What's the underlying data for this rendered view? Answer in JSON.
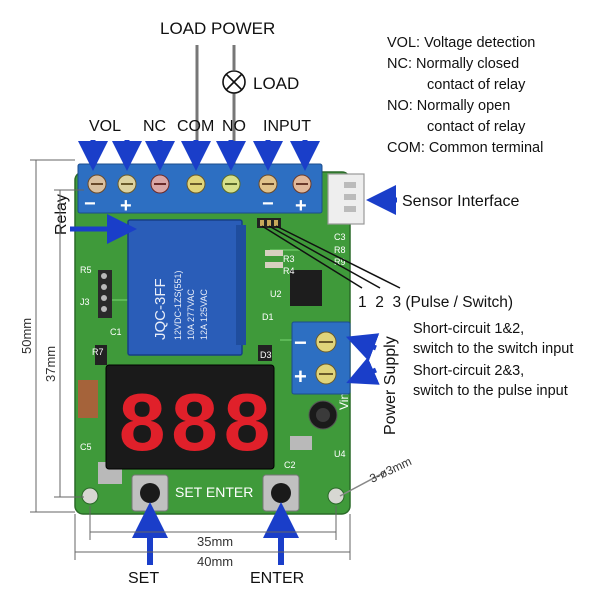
{
  "header": {
    "load_power": "LOAD POWER",
    "load": "LOAD"
  },
  "terminal_labels": {
    "vol": "VOL",
    "nc": "NC",
    "com": "COM",
    "no": "NO",
    "input": "INPUT"
  },
  "legend": {
    "vol": "VOL: Voltage detection",
    "nc_line1": "NC:   Normally closed",
    "nc_line2": "contact of relay",
    "no_line1": "NO:   Normally open",
    "no_line2": "contact of relay",
    "com": "COM: Common terminal"
  },
  "callouts": {
    "sensor_interface": "Sensor Interface",
    "relay": "Relay",
    "jumper_pins": "1  2  3 (Pulse / Switch)",
    "short_12_line1": "Short-circuit 1&2,",
    "short_12_line2": "switch to the switch input",
    "short_23_line1": "Short-circuit 2&3,",
    "short_23_line2": "switch to the pulse input",
    "power_supply": "Power Supply",
    "set": "SET",
    "enter": "ENTER"
  },
  "board": {
    "silk_set_enter": "SET ENTER",
    "relay_brand": "JQC-3FF",
    "relay_spec1": "12VDC-1ZS(551)",
    "relay_spec2": "10A 277VAC",
    "relay_spec3": "12A 125VAC",
    "display_digits": "888",
    "vin_label": "Vin+",
    "minus": "−",
    "plus": "+",
    "components": {
      "r5": "R5",
      "c3": "C3",
      "r3": "R3",
      "r4": "R4",
      "r8": "R8",
      "r9": "R9",
      "u2": "U2",
      "d1": "D1",
      "d3": "D3",
      "r7": "R7",
      "c1": "C1",
      "j3": "J3",
      "c5": "C5",
      "u4": "U4",
      "c2": "C2"
    }
  },
  "dimensions": {
    "w50": "50mm",
    "w37": "37mm",
    "w35": "35mm",
    "w40": "40mm",
    "hole": "3-ø3mm"
  },
  "colors": {
    "pcb": "#3f9a3a",
    "pcb_dark": "#2f7a2c",
    "terminal_blue": "#2d6fc2",
    "arrow_blue": "#1a3ec9",
    "relay_blue": "#2a5db8",
    "display_red": "#e0202a"
  }
}
